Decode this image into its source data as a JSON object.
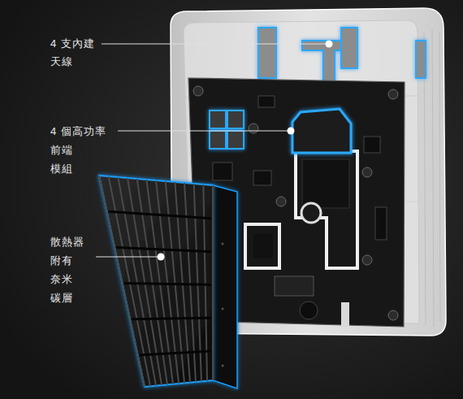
{
  "diagram": {
    "labels": [
      "4 支內建 天線",
      "4 個高功率 前端 模組",
      "散熱器 附有 奈米 碳層"
    ]
  }
}
